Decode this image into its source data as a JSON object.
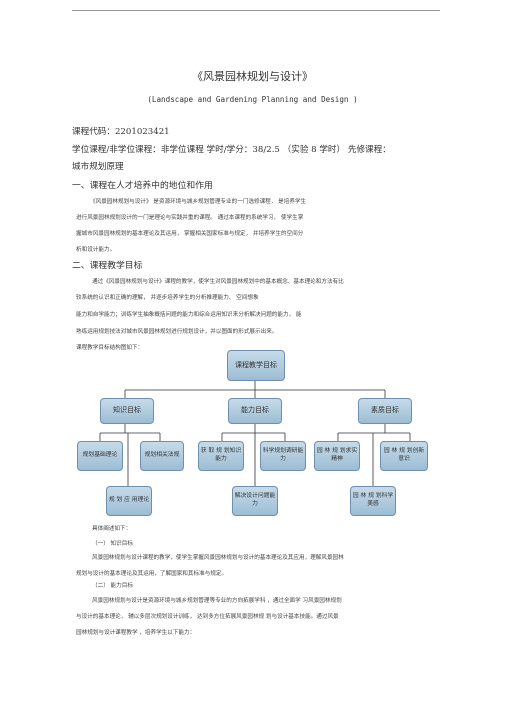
{
  "header": {
    "title": "《风景园林规划与设计》",
    "subtitle": "(Landscape and Gardening Planning and Design   )"
  },
  "info": {
    "course_code": "课程代码：2201023421",
    "course_meta": "学位课程/非学位课程：非学位课程  学时/学分：38/2.5 （实验 8 学时）  先修课程：",
    "prerequisite": "城市规划原理"
  },
  "section1": {
    "heading": "一、课程在人才培养中的地位和作用",
    "lines": [
      "《风景园林规划与设计》 是资源环境与城乡规划管理专业的一门选修课程，              是培养学生",
      "进行风景园林规划设计的一门是理论与实践并重的课程。             通过本课程的系统学习，  使学生掌",
      "握城市风景园林规划的基本理论及其运用，          掌握相关国家标准与规定，  并培养学生的空间分",
      "析和设计能力。"
    ]
  },
  "section2": {
    "heading": "二、课程教学目标",
    "lines": [
      "通过《风景园林规划与设计》课程的教学，使学生对风景园林规划中的基本概念、基本理论和方法有比",
      "较系统的认识和正确的理解，                                  并逐步培养学生的分析推理能力、          空间想象",
      "能力和自学能力；训练学生抽象概括问题的能力和综合运用知识来分析解决问题的能力，                          能",
      "熟练运用规划技法对城市风景园林规划进行规划设计，并以图面的形式展示出来。"
    ],
    "structure_caption": "课程教学目标结构图如下："
  },
  "diagram": {
    "root": "课程教学目标",
    "knowledge": "知识目标",
    "ability": "能力目标",
    "quality": "素质目标",
    "k1": "规划基础理论",
    "k2": "规划相关法规",
    "k3": "规 划 应 用理论",
    "a1": "获 取 规 划知识能力",
    "a2": "科学规划调研能力",
    "a3": "解决设计问题能力",
    "q1": "园 林 规 划求实精神",
    "q2": "园 林 规 划创新意识",
    "q3": "园 林 规 划科学美感"
  },
  "detail": {
    "intro": "具体阐述如下：",
    "sub1": "（一）  知识目标",
    "sub1_lines": [
      "风景园林规划与设计课程的教学，使学生掌握风景园林规划与设计的基本理论及其应用，理解风景园林",
      "规划与设计的基本理论及其运用，了解国家和其标准与规定。"
    ],
    "sub2": "（二）  能力目标",
    "sub2_lines": [
      "风景园林规划与设计是资源环境与城乡规划管理等专业的方向拓展学科 ，通过全面学 习风景园林规划",
      "与设计的基本理论，  辅以多层次规划设计训练，  达到多方位拓展风景园林规 划与设计基本技能。通过风景",
      "园林规划与设计课程教学                                                    ，培养学生以下能力："
    ]
  }
}
